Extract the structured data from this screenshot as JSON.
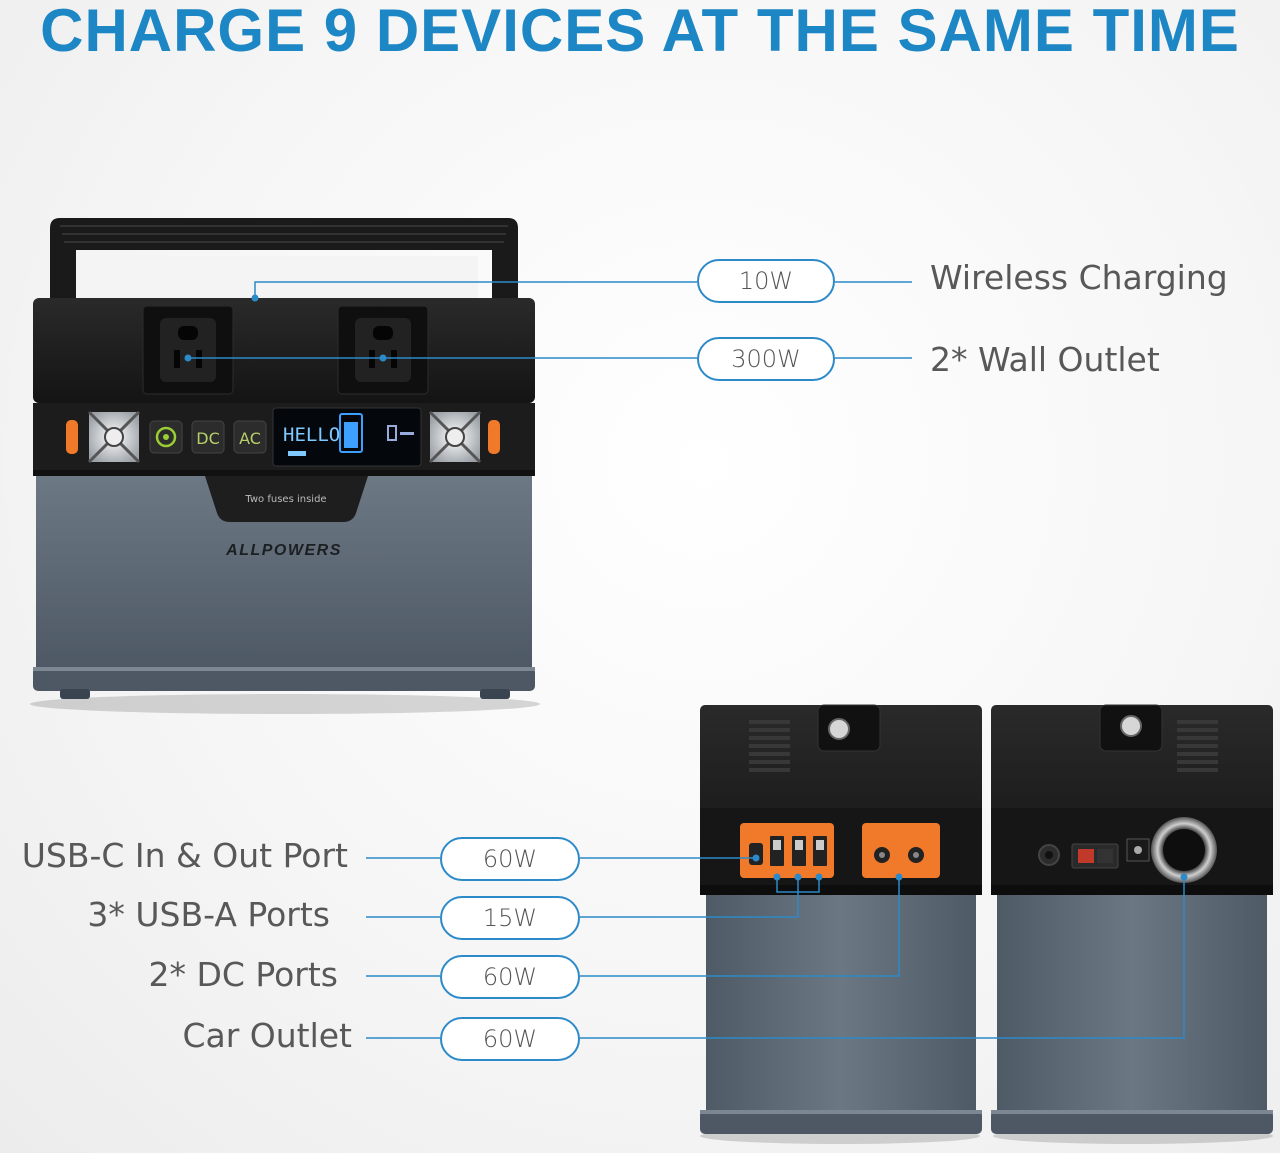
{
  "headline": "CHARGE 9 DEVICES AT THE SAME TIME",
  "product": {
    "brand": "ALLPOWERS",
    "fuse_text": "Two fuses inside",
    "display_text": "HELLO",
    "buttons": {
      "dc": "DC",
      "ac": "AC"
    }
  },
  "callouts_top": [
    {
      "watt": "10W",
      "feature": "Wireless Charging"
    },
    {
      "watt": "300W",
      "feature": "2* Wall Outlet"
    }
  ],
  "callouts_bottom": [
    {
      "watt": "60W",
      "feature": "USB-C In & Out Port"
    },
    {
      "watt": "15W",
      "feature": "3* USB-A Ports"
    },
    {
      "watt": "60W",
      "feature": "2* DC Ports"
    },
    {
      "watt": "60W",
      "feature": "Car Outlet"
    }
  ],
  "colors": {
    "accent_blue": "#1d86c4",
    "port_orange": "#f07a2a",
    "body_grey": "#5f6b76",
    "shell_black": "#1b1b1b"
  }
}
